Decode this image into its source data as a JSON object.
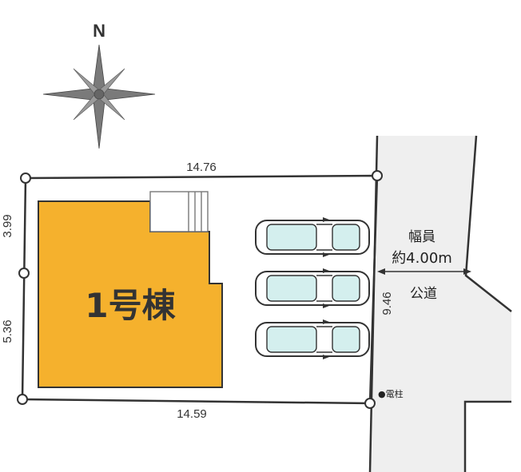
{
  "compass": {
    "north_label": "N"
  },
  "plot": {
    "top_width": "14.76",
    "bottom_width": "14.59",
    "left_upper": "3.99",
    "left_lower": "5.36",
    "right_side": "9.46"
  },
  "building": {
    "label": "1号棟"
  },
  "road": {
    "width_label_1": "幅員",
    "width_label_2": "約4.00m",
    "type_label": "公道"
  },
  "pole": {
    "label": "●電柱"
  },
  "colors": {
    "building": "#f5b12d",
    "road": "#efefef",
    "car_glass": "#d4efee",
    "car_body": "#ffffff",
    "line": "#333333"
  }
}
